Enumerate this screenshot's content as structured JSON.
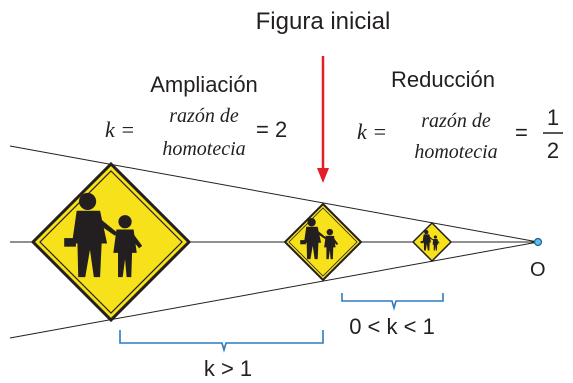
{
  "figure_label": "Figura inicial",
  "enlargement": {
    "title": "Ampliación",
    "k_prefix": "k =",
    "ratio_line1": "razón de",
    "ratio_line2": "homotecia",
    "equals_value": "= 2"
  },
  "reduction": {
    "title": "Reducción",
    "k_prefix": "k =",
    "ratio_line1": "razón de",
    "ratio_line2": "homotecia",
    "equals_sign": "=",
    "fraction_numerator": "1",
    "fraction_denominator": "2"
  },
  "center_label": "O",
  "range_enlargement": "k > 1",
  "range_reduction": "0 < k < 1",
  "colors": {
    "sign_yellow": "#f7e11b",
    "sign_border": "#231f20",
    "arrow_red": "#e31e24",
    "bracket_blue": "#2b7bc0",
    "point_fill": "#5bc0e8"
  }
}
